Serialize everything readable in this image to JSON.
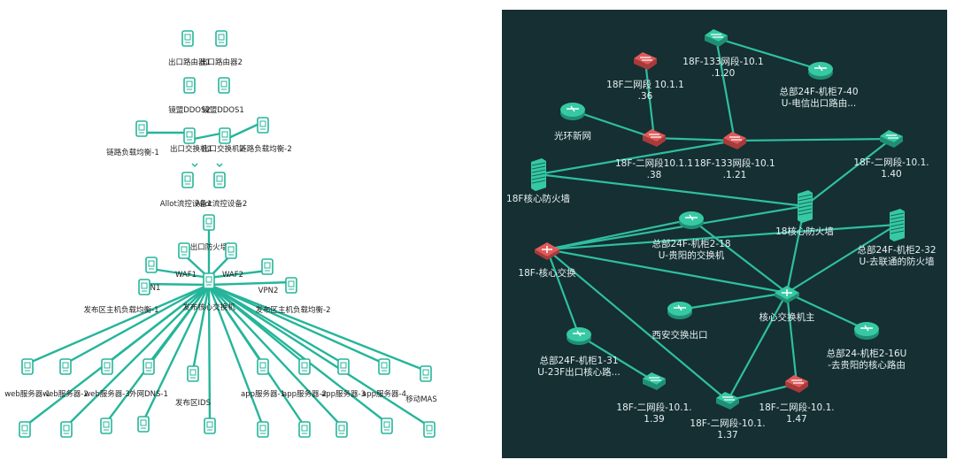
{
  "colors": {
    "link_left": "#25b59a",
    "link_right": "#2fbfa0",
    "right_bg": "#152f33",
    "node_green": "#36c9a3",
    "node_red": "#e05a5a",
    "label_dark": "#222222",
    "label_light": "#e8f1f1"
  },
  "left_topology": {
    "nodes": [
      {
        "id": "exit-router-1",
        "label": "出口路由器1",
        "icon": "device-icon"
      },
      {
        "id": "exit-router-2",
        "label": "出口路由器2",
        "icon": "device-icon"
      },
      {
        "id": "ddos-2",
        "label": "镜盟DDOS2",
        "icon": "device-icon"
      },
      {
        "id": "ddos-1",
        "label": "镜盟DDOS1",
        "icon": "device-icon"
      },
      {
        "id": "lb-link-1",
        "label": "链路负载均衡-1",
        "icon": "device-icon"
      },
      {
        "id": "exit-switch-1",
        "label": "出口交换机1",
        "icon": "device-icon"
      },
      {
        "id": "exit-switch-2",
        "label": "出口交换机2",
        "icon": "device-icon"
      },
      {
        "id": "lb-link-2",
        "label": "链路负载均衡-2",
        "icon": "device-icon"
      },
      {
        "id": "allot-1",
        "label": "Allot流控设备1",
        "icon": "device-icon"
      },
      {
        "id": "allot-2",
        "label": "Allot流控设备2",
        "icon": "device-icon"
      },
      {
        "id": "exit-firewall",
        "label": "出口防火墙",
        "icon": "device-icon"
      },
      {
        "id": "waf1",
        "label": "WAF1",
        "icon": "device-icon"
      },
      {
        "id": "waf2",
        "label": "WAF2",
        "icon": "device-icon"
      },
      {
        "id": "vpn1",
        "label": "VPN1",
        "icon": "device-icon"
      },
      {
        "id": "vpn2",
        "label": "VPN2",
        "icon": "device-icon"
      },
      {
        "id": "core",
        "label": "发布核心交换机",
        "icon": "device-icon"
      },
      {
        "id": "lb-host-1",
        "label": "发布区主机负载均衡-1",
        "icon": "device-icon"
      },
      {
        "id": "lb-host-2",
        "label": "发布区主机负载均衡-2",
        "icon": "device-icon"
      },
      {
        "id": "web1",
        "label": "web服务器-1",
        "icon": "device-icon"
      },
      {
        "id": "web2",
        "label": "web服务器-2",
        "icon": "device-icon"
      },
      {
        "id": "web3",
        "label": "web服务器-3",
        "icon": "device-icon"
      },
      {
        "id": "dns1",
        "label": "外网DNS-1",
        "icon": "device-icon"
      },
      {
        "id": "ids",
        "label": "发布区IDS",
        "icon": "device-icon"
      },
      {
        "id": "app1",
        "label": "app服务器-1",
        "icon": "device-icon"
      },
      {
        "id": "app2",
        "label": "app服务器-2",
        "icon": "device-icon"
      },
      {
        "id": "app3",
        "label": "app服务器-3",
        "icon": "device-icon"
      },
      {
        "id": "app4",
        "label": "app服务器-4",
        "icon": "device-icon"
      },
      {
        "id": "mas",
        "label": "移动MAS",
        "icon": "device-icon"
      },
      {
        "id": "b1",
        "label": "",
        "icon": "device-icon"
      },
      {
        "id": "b2",
        "label": "",
        "icon": "device-icon"
      },
      {
        "id": "b3",
        "label": "",
        "icon": "device-icon"
      },
      {
        "id": "b4",
        "label": "",
        "icon": "device-icon"
      },
      {
        "id": "b5",
        "label": "",
        "icon": "device-icon"
      },
      {
        "id": "b6",
        "label": "",
        "icon": "device-icon"
      },
      {
        "id": "b7",
        "label": "",
        "icon": "device-icon"
      },
      {
        "id": "b8",
        "label": "",
        "icon": "device-icon"
      },
      {
        "id": "b9",
        "label": "",
        "icon": "device-icon"
      },
      {
        "id": "b10",
        "label": "",
        "icon": "device-icon"
      }
    ],
    "links": [
      [
        "lb-link-1",
        "exit-switch-1"
      ],
      [
        "exit-switch-1",
        "exit-switch-2"
      ],
      [
        "exit-switch-2",
        "lb-link-2"
      ],
      [
        "exit-firewall",
        "core"
      ],
      [
        "waf1",
        "core"
      ],
      [
        "waf2",
        "core"
      ],
      [
        "vpn1",
        "core"
      ],
      [
        "vpn2",
        "core"
      ],
      [
        "core",
        "lb-host-1"
      ],
      [
        "core",
        "lb-host-2"
      ],
      [
        "core",
        "web1"
      ],
      [
        "core",
        "web2"
      ],
      [
        "core",
        "web3"
      ],
      [
        "core",
        "dns1"
      ],
      [
        "core",
        "ids"
      ],
      [
        "core",
        "app1"
      ],
      [
        "core",
        "app2"
      ],
      [
        "core",
        "app3"
      ],
      [
        "core",
        "app4"
      ],
      [
        "core",
        "mas"
      ],
      [
        "core",
        "b1"
      ],
      [
        "core",
        "b2"
      ],
      [
        "core",
        "b3"
      ],
      [
        "core",
        "b4"
      ],
      [
        "core",
        "b5"
      ],
      [
        "core",
        "b6"
      ],
      [
        "core",
        "b7"
      ],
      [
        "core",
        "b8"
      ],
      [
        "core",
        "b9"
      ],
      [
        "core",
        "b10"
      ]
    ]
  },
  "right_topology": {
    "nodes": [
      {
        "id": "r133-120",
        "label": "18F-133网段-10.1\n.1.20",
        "icon": "switch-icon",
        "color": "green"
      },
      {
        "id": "hq-24f-7-40",
        "label": "总部24F-机柜7-40\nU-电信出口路由...",
        "icon": "router-icon",
        "color": "green"
      },
      {
        "id": "r2-36",
        "label": "18F二网段 10.1.1\n.36",
        "icon": "switch-icon",
        "color": "red"
      },
      {
        "id": "gh-new",
        "label": "光环新网",
        "icon": "router-icon",
        "color": "green"
      },
      {
        "id": "r2-38",
        "label": "18F-二网段10.1.1\n.38",
        "icon": "switch-icon",
        "color": "red"
      },
      {
        "id": "r133-121",
        "label": "18F-133网段-10.1\n.1.21",
        "icon": "switch-icon",
        "color": "red"
      },
      {
        "id": "r2-140",
        "label": "18F-二网段-10.1.\n1.40",
        "icon": "switch-icon",
        "color": "green"
      },
      {
        "id": "fw-18f",
        "label": "18F核心防火墙",
        "icon": "firewall-icon",
        "color": "green"
      },
      {
        "id": "hq-2-18",
        "label": "总部24F-机柜2-18\nU-贵阳的交换机",
        "icon": "router-icon",
        "color": "green"
      },
      {
        "id": "fw-18",
        "label": "18核心防火墙",
        "icon": "firewall-icon",
        "color": "green"
      },
      {
        "id": "hq-2-32",
        "label": "总部24F-机柜2-32\nU-去联通的防火墙",
        "icon": "firewall-icon",
        "color": "green"
      },
      {
        "id": "core-18f",
        "label": "18F-核心交换",
        "icon": "core-switch-icon",
        "color": "red"
      },
      {
        "id": "xian",
        "label": "西安交换出口",
        "icon": "router-icon",
        "color": "green"
      },
      {
        "id": "core-main",
        "label": "核心交换机主",
        "icon": "core-switch-icon",
        "color": "green"
      },
      {
        "id": "hq-1-31",
        "label": "总部24F-机柜1-31\nU-23F出口核心路...",
        "icon": "router-icon",
        "color": "green"
      },
      {
        "id": "hq-2-16",
        "label": "总部24-机柜2-16U\n-去贵阳的核心路由",
        "icon": "router-icon",
        "color": "green"
      },
      {
        "id": "r2-139",
        "label": "18F-二网段-10.1.\n1.39",
        "icon": "switch-icon",
        "color": "green"
      },
      {
        "id": "r2-137",
        "label": "18F-二网段-10.1.\n1.37",
        "icon": "switch-icon",
        "color": "green"
      },
      {
        "id": "r2-147",
        "label": "18F-二网段-10.1.\n1.47",
        "icon": "switch-icon",
        "color": "red"
      }
    ],
    "links": [
      [
        "r133-120",
        "hq-24f-7-40"
      ],
      [
        "r133-120",
        "r133-121"
      ],
      [
        "r2-36",
        "r2-38"
      ],
      [
        "gh-new",
        "r2-38"
      ],
      [
        "r2-38",
        "r133-121"
      ],
      [
        "r133-121",
        "r2-140"
      ],
      [
        "fw-18f",
        "r133-121"
      ],
      [
        "fw-18f",
        "fw-18"
      ],
      [
        "fw-18",
        "r2-140"
      ],
      [
        "core-18f",
        "hq-2-18"
      ],
      [
        "core-18f",
        "fw-18"
      ],
      [
        "core-18f",
        "core-main"
      ],
      [
        "hq-2-18",
        "core-main"
      ],
      [
        "fw-18",
        "core-main"
      ],
      [
        "hq-2-32",
        "core-main"
      ],
      [
        "hq-2-32",
        "core-18f"
      ],
      [
        "xian",
        "core-main"
      ],
      [
        "core-main",
        "hq-2-16"
      ],
      [
        "core-18f",
        "hq-1-31"
      ],
      [
        "hq-1-31",
        "r2-139"
      ],
      [
        "core-18f",
        "r2-137"
      ],
      [
        "r2-137",
        "core-main"
      ],
      [
        "r2-137",
        "r2-147"
      ],
      [
        "r2-147",
        "core-main"
      ]
    ]
  }
}
